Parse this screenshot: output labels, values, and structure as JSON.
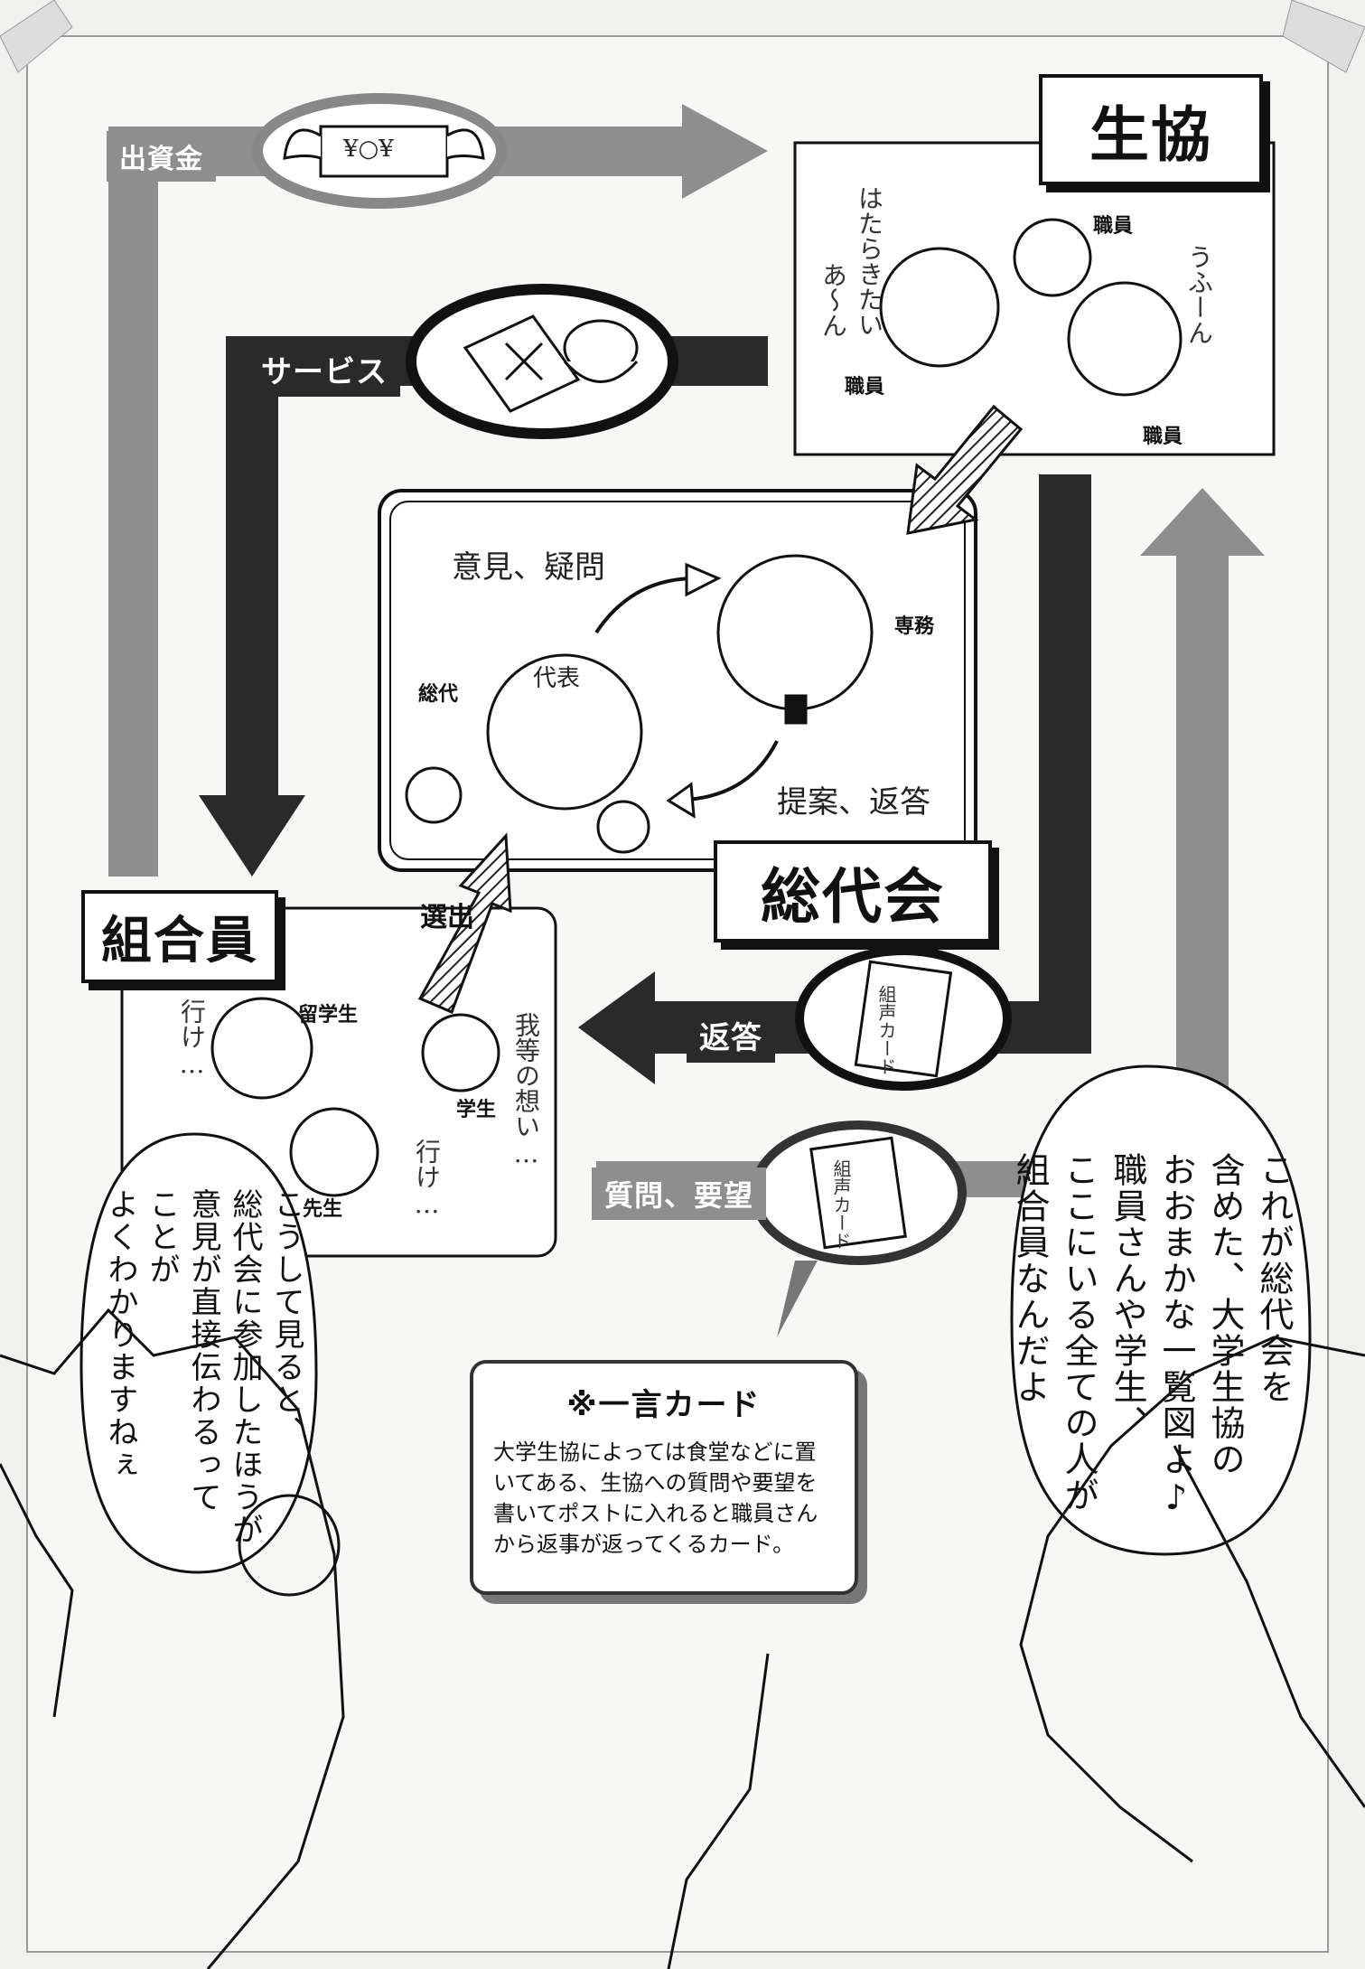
{
  "labels": {
    "coop": "生協",
    "members": "組合員",
    "assembly": "総代会"
  },
  "flows": {
    "investment": "出資金",
    "service": "サービス",
    "election": "選出",
    "answer": "返答",
    "question": "質問、要望"
  },
  "roles": {
    "staff_a": "職員",
    "staff_b": "職員",
    "staff_c": "職員",
    "office": "専務",
    "delegate": "総代",
    "intl_student": "留学生",
    "student": "学生",
    "teacher": "先生"
  },
  "handwriting": {
    "opinion": "意見、疑問",
    "proposal": "提案、返答",
    "want_to_work": "はたらきたい",
    "aahn": "あ〜ん",
    "ufufun": "うふーん",
    "go_a": "行け…",
    "go_b": "行け…",
    "our_feelings": "我等の想い…",
    "delegate_band": "代表",
    "card_text": "組声カード",
    "money_text": "¥○¥"
  },
  "speech_right": [
    "これが総代会を",
    "含めた、大学生協の",
    "おおまかな一覧図よ♪",
    "職員さんや学生、",
    "ここにいる全ての人が",
    "組合員なんだよ"
  ],
  "speech_left": [
    "こうして見ると、",
    "総代会に参加したほうが",
    "意見が直接伝わるって",
    "ことが",
    "よくわかりますねぇ"
  ],
  "note": {
    "title": "※一言カード",
    "body": "大学生協によっては食堂などに置いてある、生協への質問や要望を書いてポストに入れると職員さんから返事が返ってくるカード。"
  }
}
